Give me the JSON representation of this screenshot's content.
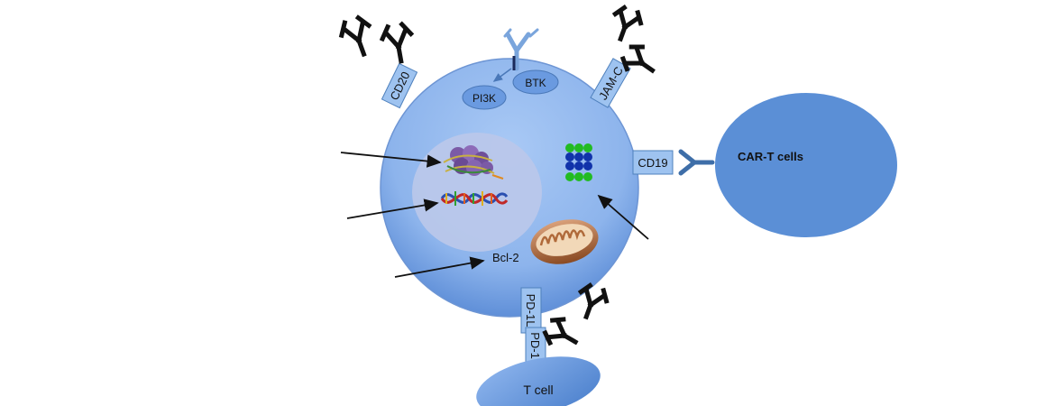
{
  "labels": {
    "cd20": "CD20",
    "jam_c": "JAM-C",
    "cd19": "CD19",
    "pi3k": "PI3K",
    "btk": "BTK",
    "bcl2": "Bcl-2",
    "pd_l1": "PD-1L",
    "pd_1": "PD-1",
    "car_t": "CAR-T cells",
    "t_cell": "T cell"
  },
  "icons": {
    "antibody": "antibody-icon",
    "receptor": "bcr-receptor-icon",
    "proteasome": "proteasome-icon",
    "dna": "dna-helix-icon",
    "mitochondrion": "mitochondrion-icon",
    "nucleosome": "nucleosome-icon"
  },
  "colors": {
    "cell": "#8db4ec",
    "cell_edge": "#4f81bd",
    "nucleus": "#b9c7ea",
    "receptor_box": "#9ec3f0",
    "car_t": "#5b8fd6",
    "antibody": "#111111",
    "proteasome_green": "#22bb22",
    "proteasome_blue": "#1133aa"
  }
}
